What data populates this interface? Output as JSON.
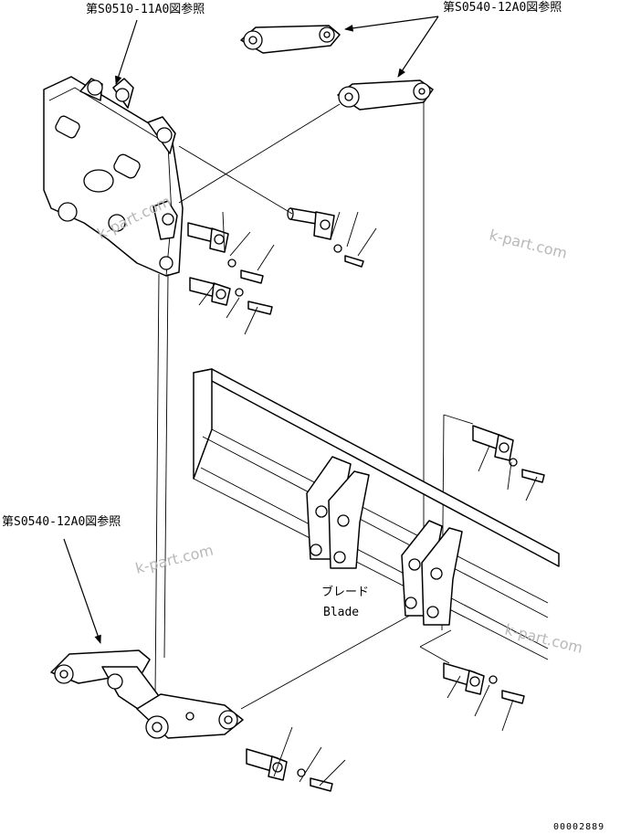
{
  "references": {
    "top_left": "第S0510-11A0図参照",
    "top_right": "第S0540-12A0図参照",
    "mid_left": "第S0540-12A0図参照"
  },
  "blade_label": {
    "jp": "ブレード",
    "en": "Blade"
  },
  "watermarks": [
    "k-part.com",
    "k-part.com",
    "k-part.com",
    "k-part.com"
  ],
  "drawing_code": "00002889"
}
